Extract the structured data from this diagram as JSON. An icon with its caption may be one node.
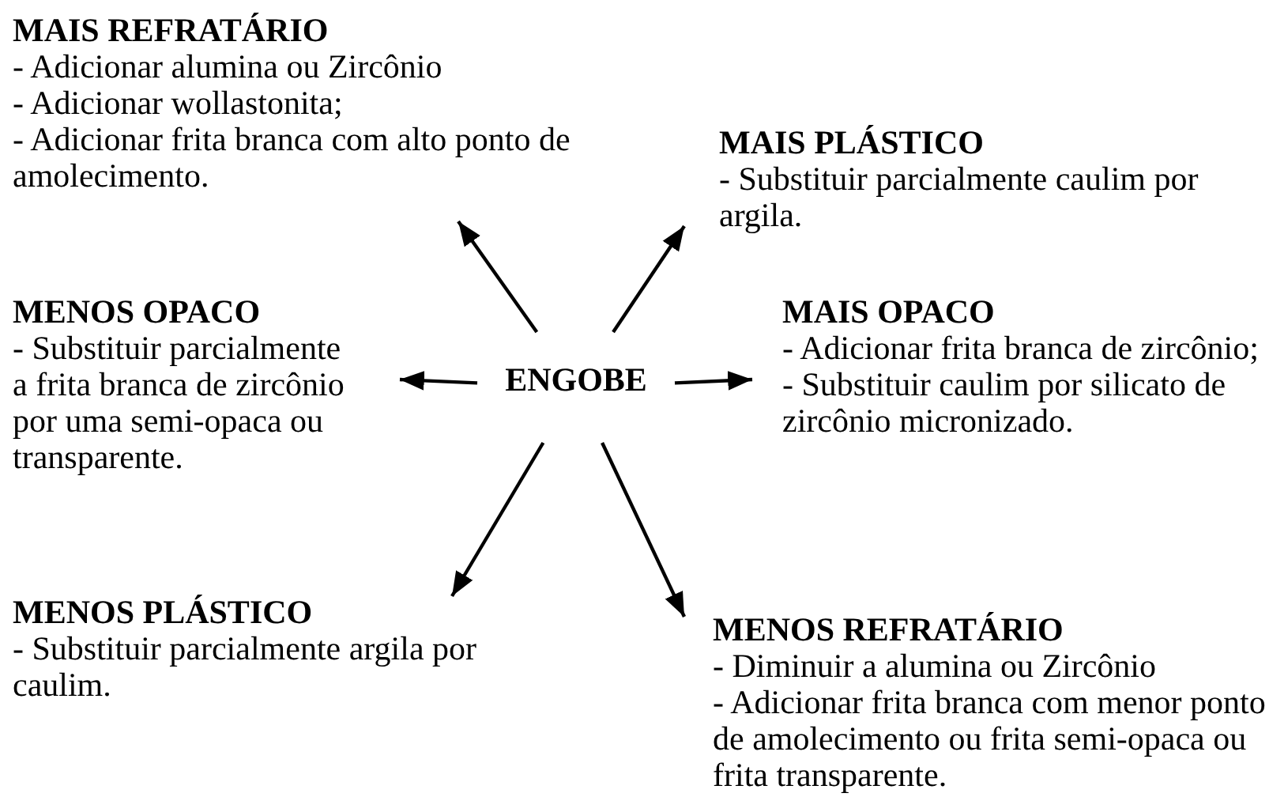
{
  "diagram": {
    "nodes": [
      {
        "text": [
          "MAIS REFRATÁRIO",
          "- Adicionar alumina ou Zircônio",
          "- Adicionar wollastonita;",
          "- Adicionar frita branca com alto ponto de amolecimento."
        ]
      },
      {
        "text": [
          "MAIS PLÁSTICO",
          "- Substituir parcialmente caulim por argila."
        ]
      },
      {
        "text": [
          "MENOS OPACO",
          "- Substituir parcialmente a frita branca de zircônio por uma semi-opaca ou transparente."
        ]
      },
      {
        "text": [
          "ENGOBE"
        ]
      },
      {
        "text": [
          "MAIS OPACO",
          "- Adicionar frita branca de zircônio;",
          "- Substituir caulim por silicato de zircônio micronizado."
        ]
      },
      {
        "text": [
          "MENOS PLÁSTICO",
          "- Substituir parcialmente argila por caulim."
        ]
      },
      {
        "text": [
          "MENOS REFRATÁRIO",
          "- Diminuir a alumina ou Zircônio",
          "- Adicionar frita branca com menor ponto de amolecimento ou frita semi-opaca ou frita transparente."
        ]
      }
    ],
    "edges": [
      {
        "from": 3,
        "to": 0,
        "arrow": "to"
      },
      {
        "from": 3,
        "to": 1,
        "arrow": "to"
      },
      {
        "from": 3,
        "to": 2,
        "arrow": "to"
      },
      {
        "from": 3,
        "to": 4,
        "arrow": "to"
      },
      {
        "from": 3,
        "to": 5,
        "arrow": "to"
      },
      {
        "from": 3,
        "to": 6,
        "arrow": "to"
      }
    ]
  }
}
